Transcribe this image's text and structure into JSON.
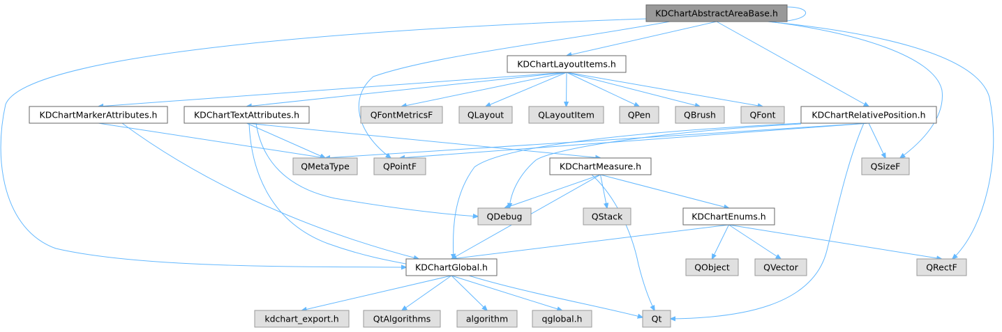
{
  "colors": {
    "root_fill": "#999999",
    "root_stroke": "#666666",
    "doc_fill": "#ffffff",
    "doc_stroke": "#666666",
    "external_fill": "#e0e0e0",
    "external_stroke": "#999999",
    "edge": "#63b8ff"
  },
  "nodes": [
    {
      "id": "root",
      "label": "KDChartAbstractAreaBase.h",
      "kind": "root"
    },
    {
      "id": "layoutitems",
      "label": "KDChartLayoutItems.h",
      "kind": "doc"
    },
    {
      "id": "markerattr",
      "label": "KDChartMarkerAttributes.h",
      "kind": "doc"
    },
    {
      "id": "textattr",
      "label": "KDChartTextAttributes.h",
      "kind": "doc"
    },
    {
      "id": "qfontmetricsf",
      "label": "QFontMetricsF",
      "kind": "external"
    },
    {
      "id": "qlayout",
      "label": "QLayout",
      "kind": "external"
    },
    {
      "id": "qlayoutitem",
      "label": "QLayoutItem",
      "kind": "external"
    },
    {
      "id": "qpen",
      "label": "QPen",
      "kind": "external"
    },
    {
      "id": "qbrush",
      "label": "QBrush",
      "kind": "external"
    },
    {
      "id": "qfont",
      "label": "QFont",
      "kind": "external"
    },
    {
      "id": "relpos",
      "label": "KDChartRelativePosition.h",
      "kind": "doc"
    },
    {
      "id": "qmetatype",
      "label": "QMetaType",
      "kind": "external"
    },
    {
      "id": "qpointf",
      "label": "QPointF",
      "kind": "external"
    },
    {
      "id": "measure",
      "label": "KDChartMeasure.h",
      "kind": "doc"
    },
    {
      "id": "qsizef",
      "label": "QSizeF",
      "kind": "external"
    },
    {
      "id": "qdebug",
      "label": "QDebug",
      "kind": "external"
    },
    {
      "id": "qstack",
      "label": "QStack",
      "kind": "external"
    },
    {
      "id": "enums",
      "label": "KDChartEnums.h",
      "kind": "doc"
    },
    {
      "id": "global",
      "label": "KDChartGlobal.h",
      "kind": "doc"
    },
    {
      "id": "qobject",
      "label": "QObject",
      "kind": "external"
    },
    {
      "id": "qvector",
      "label": "QVector",
      "kind": "external"
    },
    {
      "id": "qrectf",
      "label": "QRectF",
      "kind": "external"
    },
    {
      "id": "kdchartexport",
      "label": "kdchart_export.h",
      "kind": "external"
    },
    {
      "id": "qtalgorithms",
      "label": "QtAlgorithms",
      "kind": "external"
    },
    {
      "id": "algorithm",
      "label": "algorithm",
      "kind": "external"
    },
    {
      "id": "qglobal",
      "label": "qglobal.h",
      "kind": "external"
    },
    {
      "id": "qt",
      "label": "Qt",
      "kind": "external"
    }
  ],
  "edges": [
    {
      "from": "root",
      "to": "root"
    },
    {
      "from": "root",
      "to": "layoutitems"
    },
    {
      "from": "root",
      "to": "global"
    },
    {
      "from": "root",
      "to": "qpointf"
    },
    {
      "from": "root",
      "to": "relpos"
    },
    {
      "from": "root",
      "to": "qsizef"
    },
    {
      "from": "root",
      "to": "qrectf"
    },
    {
      "from": "layoutitems",
      "to": "markerattr"
    },
    {
      "from": "layoutitems",
      "to": "textattr"
    },
    {
      "from": "layoutitems",
      "to": "qfontmetricsf"
    },
    {
      "from": "layoutitems",
      "to": "qlayout"
    },
    {
      "from": "layoutitems",
      "to": "qlayoutitem"
    },
    {
      "from": "layoutitems",
      "to": "qpen"
    },
    {
      "from": "layoutitems",
      "to": "qbrush"
    },
    {
      "from": "layoutitems",
      "to": "qfont"
    },
    {
      "from": "markerattr",
      "to": "qmetatype"
    },
    {
      "from": "markerattr",
      "to": "global"
    },
    {
      "from": "textattr",
      "to": "qmetatype"
    },
    {
      "from": "textattr",
      "to": "measure"
    },
    {
      "from": "textattr",
      "to": "qdebug"
    },
    {
      "from": "textattr",
      "to": "global"
    },
    {
      "from": "relpos",
      "to": "qmetatype"
    },
    {
      "from": "relpos",
      "to": "qpointf"
    },
    {
      "from": "relpos",
      "to": "qsizef"
    },
    {
      "from": "relpos",
      "to": "qdebug"
    },
    {
      "from": "relpos",
      "to": "global"
    },
    {
      "from": "relpos",
      "to": "qt"
    },
    {
      "from": "measure",
      "to": "qdebug"
    },
    {
      "from": "measure",
      "to": "qstack"
    },
    {
      "from": "measure",
      "to": "enums"
    },
    {
      "from": "measure",
      "to": "global"
    },
    {
      "from": "measure",
      "to": "qt"
    },
    {
      "from": "enums",
      "to": "global"
    },
    {
      "from": "enums",
      "to": "qobject"
    },
    {
      "from": "enums",
      "to": "qvector"
    },
    {
      "from": "enums",
      "to": "qrectf"
    },
    {
      "from": "global",
      "to": "kdchartexport"
    },
    {
      "from": "global",
      "to": "qtalgorithms"
    },
    {
      "from": "global",
      "to": "algorithm"
    },
    {
      "from": "global",
      "to": "qglobal"
    },
    {
      "from": "global",
      "to": "qt"
    }
  ]
}
